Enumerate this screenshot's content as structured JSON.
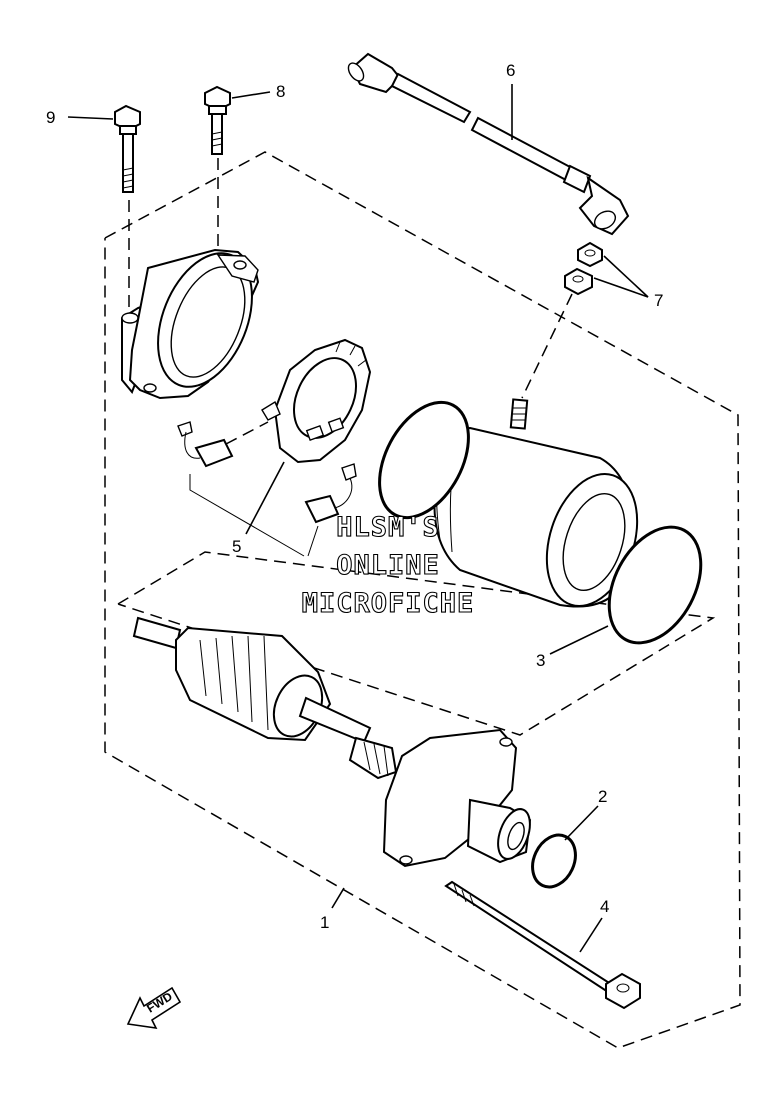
{
  "callouts": [
    {
      "id": "1",
      "label": "1"
    },
    {
      "id": "2",
      "label": "2"
    },
    {
      "id": "3",
      "label": "3"
    },
    {
      "id": "4",
      "label": "4"
    },
    {
      "id": "5",
      "label": "5"
    },
    {
      "id": "6",
      "label": "6"
    },
    {
      "id": "7",
      "label": "7"
    },
    {
      "id": "8",
      "label": "8"
    },
    {
      "id": "9",
      "label": "9"
    }
  ],
  "watermark": {
    "line1": "HLSM'S",
    "line2": "ONLINE",
    "line3": "MICROFICHE"
  },
  "direction_arrow": {
    "label": "FWD",
    "icon": "fwd-arrow-icon"
  }
}
